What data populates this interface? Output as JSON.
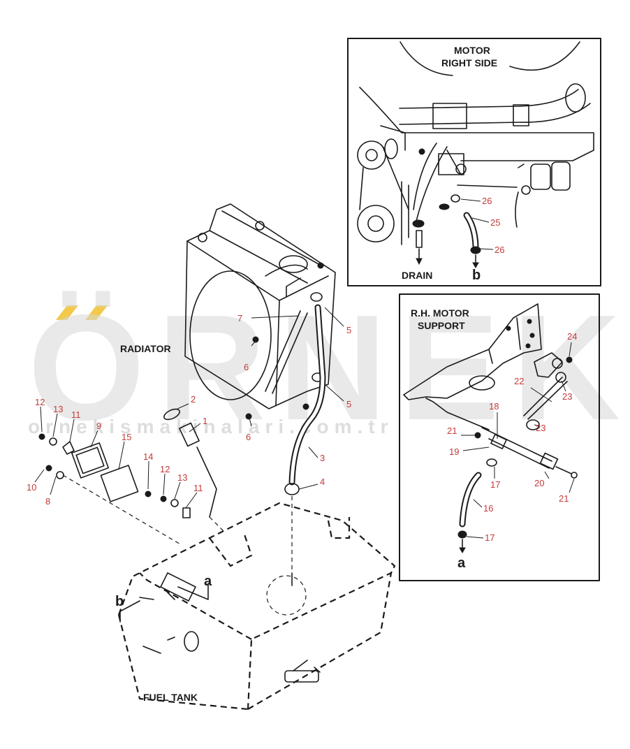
{
  "watermark": {
    "brand": "ÖRNEK",
    "url": "ornekismakinalari.com.tr",
    "accent_color": "#f2c94c"
  },
  "labels": {
    "radiator": "RADIATOR",
    "fuel_tank": "FUEL TANK",
    "motor_right_side_line1": "MOTOR",
    "motor_right_side_line2": "RIGHT SIDE",
    "drain": "DRAIN",
    "rh_motor_support_line1": "R.H. MOTOR",
    "rh_motor_support_line2": "SUPPORT",
    "conn_a": "a",
    "conn_b": "b"
  },
  "callouts": {
    "main": [
      "1",
      "2",
      "3",
      "4",
      "5",
      "5",
      "6",
      "6",
      "7",
      "8",
      "9",
      "10",
      "11",
      "11",
      "12",
      "12",
      "13",
      "13",
      "14",
      "15"
    ],
    "motor_inset": [
      "25",
      "26",
      "26"
    ],
    "support_inset": [
      "16",
      "17",
      "17",
      "18",
      "19",
      "20",
      "21",
      "21",
      "22",
      "23",
      "23",
      "24"
    ]
  },
  "colors": {
    "callout_number": "#c43a3a",
    "line_art": "#1a1a1a"
  }
}
